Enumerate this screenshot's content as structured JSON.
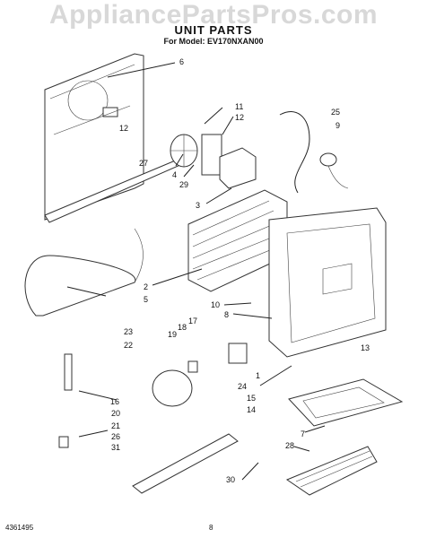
{
  "watermark": "AppliancePartsPros.com",
  "title": "UNIT PARTS",
  "model_line": "For Model: EV170NXAN00",
  "footer_left": "4361495",
  "footer_center": "8",
  "callouts": [
    {
      "id": "c6",
      "text": "6"
    },
    {
      "id": "c11",
      "text": "11"
    },
    {
      "id": "c12a",
      "text": "12"
    },
    {
      "id": "c12b",
      "text": "12"
    },
    {
      "id": "c27",
      "text": "27"
    },
    {
      "id": "c4",
      "text": "4"
    },
    {
      "id": "c29",
      "text": "29"
    },
    {
      "id": "c3",
      "text": "3"
    },
    {
      "id": "c25",
      "text": "25"
    },
    {
      "id": "c9",
      "text": "9"
    },
    {
      "id": "c2",
      "text": "2"
    },
    {
      "id": "c5",
      "text": "5"
    },
    {
      "id": "c10",
      "text": "10"
    },
    {
      "id": "c8",
      "text": "8"
    },
    {
      "id": "c17",
      "text": "17"
    },
    {
      "id": "c18",
      "text": "18"
    },
    {
      "id": "c23",
      "text": "23"
    },
    {
      "id": "c19",
      "text": "19"
    },
    {
      "id": "c22",
      "text": "22"
    },
    {
      "id": "c13",
      "text": "13"
    },
    {
      "id": "c1",
      "text": "1"
    },
    {
      "id": "c24",
      "text": "24"
    },
    {
      "id": "c15",
      "text": "15"
    },
    {
      "id": "c14",
      "text": "14"
    },
    {
      "id": "c16",
      "text": "16"
    },
    {
      "id": "c20",
      "text": "20"
    },
    {
      "id": "c21",
      "text": "21"
    },
    {
      "id": "c26",
      "text": "26"
    },
    {
      "id": "c31",
      "text": "31"
    },
    {
      "id": "c7",
      "text": "7"
    },
    {
      "id": "c28",
      "text": "28"
    },
    {
      "id": "c30",
      "text": "30"
    }
  ]
}
